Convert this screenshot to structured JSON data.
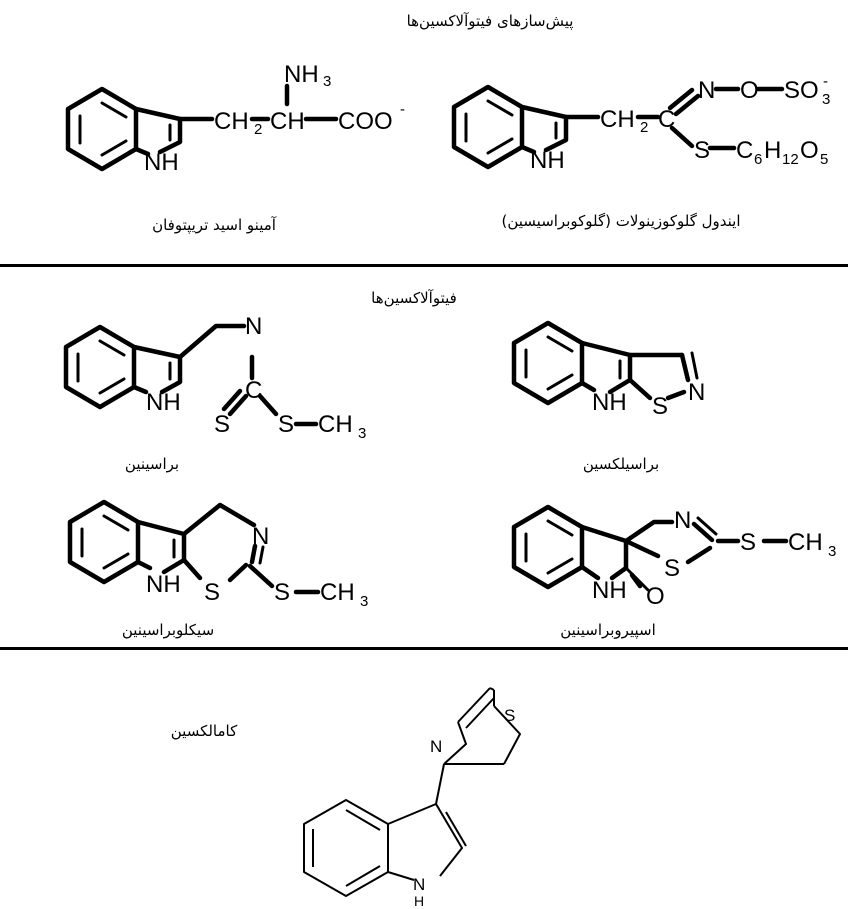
{
  "sections": {
    "precursors_title": "پیش‌سازهای فیتوآلاکسین‌ها",
    "phytoalexins_title": "فیتوآلاکسین‌ها"
  },
  "compounds": {
    "tryptophan": {
      "name": "آمینو اسید تریپتوفان",
      "labels": {
        "nh3": "NH",
        "nh3_sub": "3",
        "ch2": "CH",
        "ch2_sub": "2",
        "ch": "CH",
        "coo": "COO",
        "coo_sup": "-",
        "nh": "NH"
      }
    },
    "glucobrassicin": {
      "name": "ایندول گلوکوزینولات (گلوکوبراسیسین)",
      "labels": {
        "ch2": "CH",
        "ch2_sub": "2",
        "c": "C",
        "n": "N",
        "o": "O",
        "so3": "SO",
        "so3_sub": "3",
        "so3_sup": "-",
        "s": "S",
        "c6": "C",
        "c6_sub": "6",
        "h12": "H",
        "h12_sub": "12",
        "o5": "O",
        "o5_sub": "5",
        "nh": "NH"
      }
    },
    "brassinin": {
      "name": "براسینین",
      "labels": {
        "n": "N",
        "c": "C",
        "s1": "S",
        "s2": "S",
        "ch3": "CH",
        "ch3_sub": "3",
        "nh": "NH"
      }
    },
    "brassilexin": {
      "name": "براسیلکسین",
      "labels": {
        "s": "S",
        "n": "N",
        "nh": "NH"
      }
    },
    "cyclobrassinin": {
      "name": "سیکلوبراسینین",
      "labels": {
        "n": "N",
        "s1": "S",
        "s2": "S",
        "ch3": "CH",
        "ch3_sub": "3",
        "nh": "NH"
      }
    },
    "spirobrassinin": {
      "name": "اسپیروبراسینین",
      "labels": {
        "n": "N",
        "s1": "S",
        "s2": "S",
        "ch3": "CH",
        "ch3_sub": "3",
        "o": "O",
        "nh": "NH"
      }
    },
    "camalexin": {
      "name": "کامالکسین",
      "labels": {
        "n": "N",
        "s": "S",
        "nh": "N",
        "h": "H"
      }
    }
  }
}
